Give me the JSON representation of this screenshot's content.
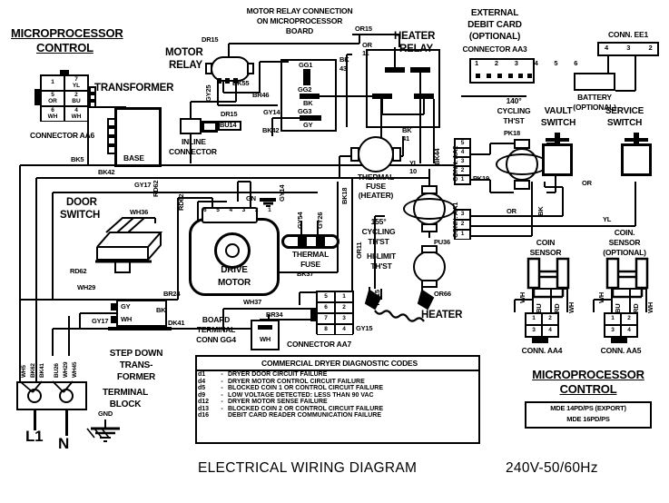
{
  "document": {
    "title": "ELECTRICAL WIRING DIAGRAM",
    "voltage": "240V-50/60Hz"
  },
  "headings": {
    "microprocessor_control_left_1": "MICROPROCESSOR",
    "microprocessor_control_left_2": "CONTROL",
    "microprocessor_control_right_1": "MICROPROCESSOR",
    "microprocessor_control_right_2": "CONTROL",
    "motor_relay_connection_1": "MOTOR RELAY CONNECTION",
    "motor_relay_connection_2": "ON MICROPROCESSOR",
    "motor_relay_connection_3": "BOARD"
  },
  "components": {
    "motor_relay_1": "MOTOR",
    "motor_relay_2": "RELAY",
    "transformer": "TRANSFORMER",
    "base": "BASE",
    "inline_connector_1": "INLINE",
    "inline_connector_2": "CONNECTOR",
    "connector_aa6": "CONNECTOR AA6",
    "door_switch_1": "DOOR",
    "door_switch_2": "SWITCH",
    "drive_motor_1": "DRIVE",
    "drive_motor_2": "MOTOR",
    "thermal_fuse_1": "THERMAL",
    "thermal_fuse_2": "FUSE",
    "thermal_fuse_heater_1": "THERMAL",
    "thermal_fuse_heater_2": "FUSE",
    "thermal_fuse_heater_3": "(HEATER)",
    "heater_relay_1": "HEATER",
    "heater_relay_2": "RELAY",
    "cycling_155_1": "155°",
    "cycling_155_2": "CYCLING",
    "cycling_155_3": "TH'ST",
    "hi_limit_1": "HI-LIMIT",
    "hi_limit_2": "TH'ST",
    "heater": "HEATER",
    "cycling_140_1": "140°",
    "cycling_140_2": "CYCLING",
    "cycling_140_3": "TH'ST",
    "vault_switch_1": "VAULT",
    "vault_switch_2": "SWITCH",
    "service_switch_1": "SERVICE",
    "service_switch_2": "SWITCH",
    "battery_1": "BATTERY",
    "battery_2": "(OPTIONAL)",
    "conn_ee1": "CONN. EE1",
    "external_debit_1": "EXTERNAL",
    "external_debit_2": "DEBIT CARD",
    "external_debit_3": "(OPTIONAL)",
    "external_debit_4": "CONNECTOR AA3",
    "coin_sensor_1": "COIN",
    "coin_sensor_2": "SENSOR",
    "coin_sensor_opt_1": "COIN.",
    "coin_sensor_opt_2": "SENSOR",
    "coin_sensor_opt_3": "(OPTIONAL)",
    "conn_aa4": "CONN. AA4",
    "conn_aa5": "CONN. AA5",
    "conn_aa2": "CONN. AA2",
    "conn_aa1": "CONN. AA1",
    "connector_aa7": "CONNECTOR AA7",
    "board_terminal_1": "BOARD",
    "board_terminal_2": "TERMINAL",
    "board_terminal_3": "CONN GG4",
    "step_down_1": "STEP DOWN",
    "step_down_2": "TRANS-",
    "step_down_3": "FORMER",
    "terminal_block_1": "TERMINAL",
    "terminal_block_2": "BLOCK",
    "line_l1": "L1",
    "line_n": "N",
    "gnd": "GND"
  },
  "connectors": {
    "aa6_cells": [
      "1",
      "7\nYL",
      "5\nOR",
      "2\nBU",
      "6\nWH",
      "4\nWH"
    ],
    "aa7_cells": [
      "5",
      "1",
      "6",
      "2",
      "7",
      "3",
      "8",
      "4"
    ],
    "aa4_cells": [
      "1",
      "2",
      "3",
      "4"
    ],
    "aa5_cells": [
      "1",
      "2",
      "3",
      "4"
    ],
    "aa3_pins": [
      "1",
      "2",
      "3",
      "4",
      "5",
      "6"
    ],
    "ee1_pins": [
      "4",
      "3",
      "2",
      "1"
    ],
    "aa2_pins": [
      "5",
      "4",
      "3",
      "2",
      "1"
    ],
    "aa1_pins": [
      "3",
      "2",
      "1"
    ],
    "motor_pins": [
      "6",
      "5",
      "4",
      "3",
      "2",
      "1"
    ]
  },
  "wire_labels": {
    "bk5": "BK5",
    "bk42": "BK42",
    "gy17": "GY17",
    "dr15_top": "DR15",
    "dr15_inline": "DR15",
    "gy25": "GY25",
    "bk55": "BK55",
    "br46": "BR46",
    "gy14": "GY14",
    "bu14": "BU14",
    "gg1": "GG1",
    "gg2": "GG2",
    "gg2_sub": "BK",
    "gg3": "GG3",
    "gg3_sub": "GY",
    "bk43_1": "BK",
    "bk43_2": "43",
    "or15": "OR15",
    "or11_1": "OR",
    "or11_2": "11",
    "bk41_1": "BK",
    "bk41_2": "41",
    "bk44": "BK44",
    "yl10_1": "YL",
    "yl10_2": "10",
    "pk18": "PK18",
    "pk19": "PK19",
    "bk_vault": "BK",
    "or_vault": "OR",
    "or_aa1": "OR",
    "yl_service": "YL",
    "pu36": "PU36",
    "or66": "OR66",
    "yl15_hi": "YL 15",
    "yl15_aa7": "GY15",
    "gn": "GN",
    "gy54": "GY54",
    "gy26": "GY26",
    "bk18": "BK18",
    "or11_vert": "OR11",
    "bk37": "BK37",
    "wh36": "WH36",
    "rd62": "RD62",
    "bu26": "BU26",
    "wh29": "WH29",
    "br24": "BR24",
    "dk41": "DK41",
    "wh37": "WH37",
    "br34": "BR34",
    "wh_gg4": "WH",
    "gy17_step": "GY17",
    "gy_step": "GY",
    "wh_step": "WH",
    "bk_step": "BK",
    "wh_coin1": "WH",
    "bu_coin1": "BU",
    "rd_coin1": "RD",
    "wh_coin1b": "WH",
    "wh_coin2": "WH",
    "bu_coin2": "BU",
    "rd_coin2": "RD",
    "wh_coin2b": "WH",
    "tb1": "WH5",
    "tb2": "BK62",
    "tb3": "BK41",
    "tb4": "BU26",
    "tb5": "WH29",
    "tb6": "WH45"
  },
  "diagnostic_table": {
    "title": "COMMERCIAL DRYER DIAGNOSTIC CODES",
    "rows": [
      {
        "code": "d1",
        "dash": "-",
        "desc": "DRYER DOOR CIRCUIT FAILURE"
      },
      {
        "code": "d4",
        "dash": "-",
        "desc": "DRYER MOTOR CONTROL CIRCUIT FAILURE"
      },
      {
        "code": "d5",
        "dash": "-",
        "desc": "BLOCKED COIN 1 OR CONTROL CIRCUIT FAILURE"
      },
      {
        "code": "d9",
        "dash": "-",
        "desc": "LOW VOLTAGE DETECTED: LESS THAN 90 VAC"
      },
      {
        "code": "d12",
        "dash": "-",
        "desc": "DRYER MOTOR SENSE FAILURE"
      },
      {
        "code": "d13",
        "dash": "-",
        "desc": "BLOCKED COIN 2 OR CONTROL CIRCUIT FAILURE"
      },
      {
        "code": "d16",
        "dash": "",
        "desc": "DEBIT CARD READER COMMUNICATION FAILURE"
      }
    ]
  },
  "models": {
    "line1": "MDE 14PD/PS (EXPORT)",
    "line2": "MDE 16PD/PS"
  },
  "colors": {
    "ink": "#000000",
    "paper": "#ffffff"
  }
}
